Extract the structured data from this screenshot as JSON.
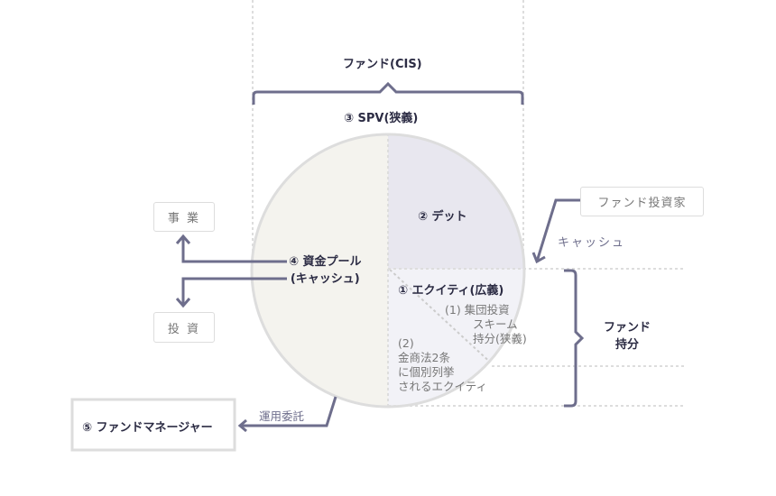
{
  "title": "ファンド(CIS)",
  "spv": "③ SPV(狭義)",
  "debt": "② デット",
  "pool": {
    "line1": "④ 資金プール",
    "line2": "(キャッシュ)"
  },
  "equity": "① エクイティ(広義)",
  "cis_interest": {
    "line1": "(1) 集団投資",
    "line2": "スキーム",
    "line3": "持分(狭義)"
  },
  "listed_equity": {
    "line1": "(2)",
    "line2": "金商法2条",
    "line3": "に個別列挙",
    "line4": "されるエクイティ"
  },
  "business_box": "事 業",
  "investment_box": "投 資",
  "investor_box": "ファンド投資家",
  "cash_label": "キャッシュ",
  "fund_interest": {
    "line1": "ファンド",
    "line2": "持分"
  },
  "delegation_label": "運用委託",
  "manager_box": "⑤ ファンドマネージャー",
  "colors": {
    "accent": "#6e6e8c",
    "pool_fill": "#f4f3ee",
    "debt_fill": "#e8e7ef",
    "equity_fill": "#f2f2f7"
  }
}
